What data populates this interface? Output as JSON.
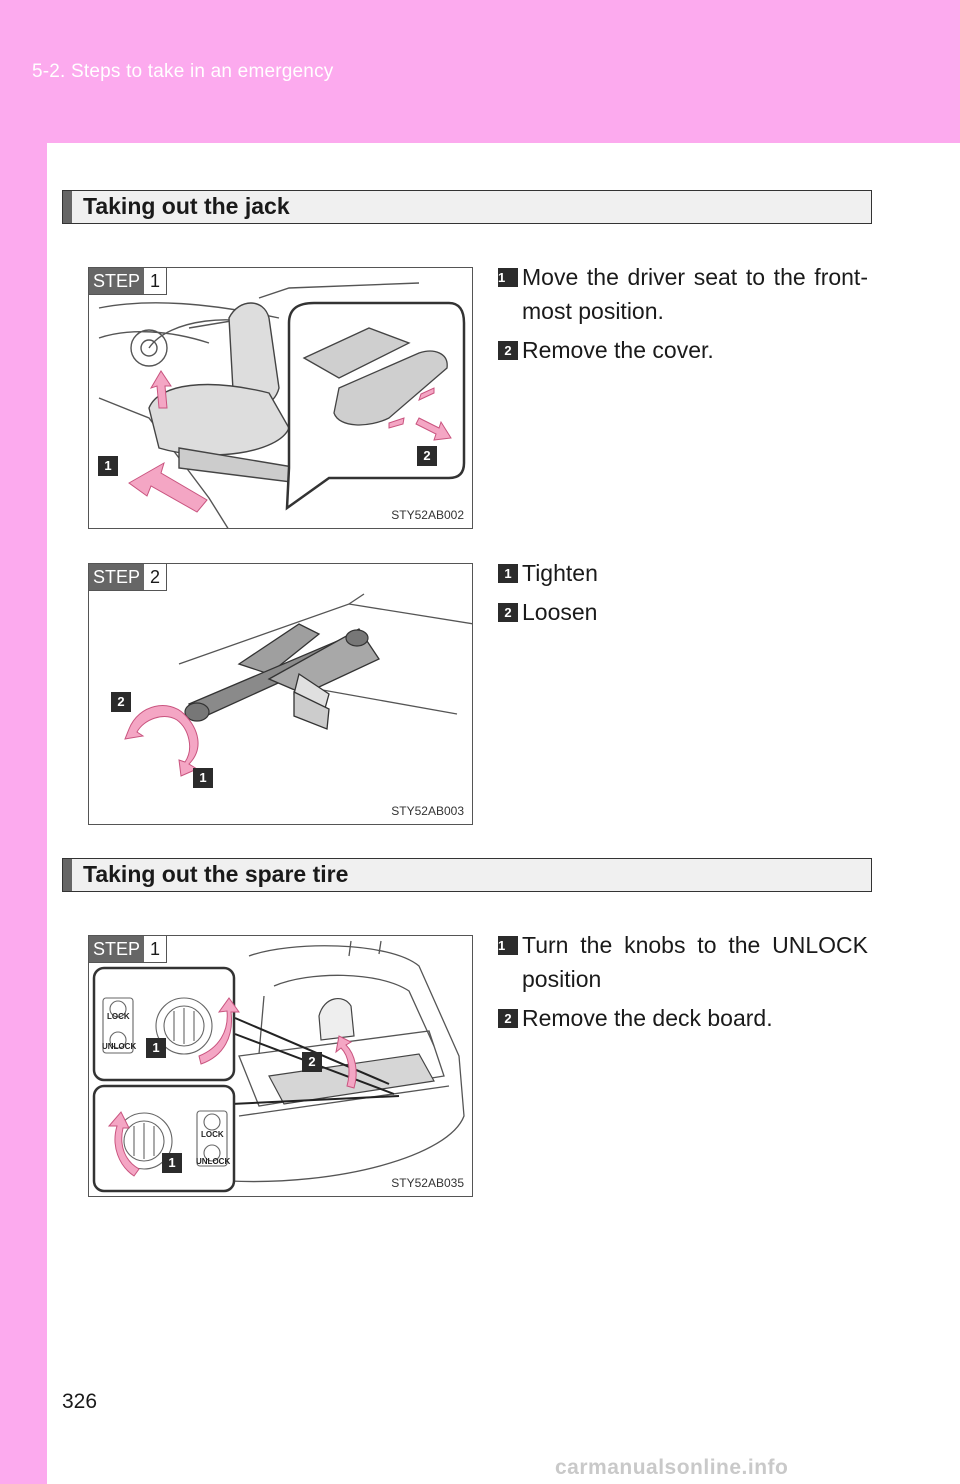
{
  "header": {
    "section": "5-2. Steps to take in an emergency"
  },
  "page_number": "326",
  "sections": [
    {
      "title": "Taking out the jack",
      "figures": [
        {
          "step_label": "STEP",
          "step_number": "1",
          "code": "STY52AB002",
          "callouts": [
            "1",
            "2"
          ],
          "instructions": [
            {
              "number": "1",
              "text": "Move the driver seat to the front-most position."
            },
            {
              "number": "2",
              "text": "Remove the cover."
            }
          ]
        },
        {
          "step_label": "STEP",
          "step_number": "2",
          "code": "STY52AB003",
          "callouts": [
            "2",
            "1"
          ],
          "instructions": [
            {
              "number": "1",
              "text": "Tighten"
            },
            {
              "number": "2",
              "text": "Loosen"
            }
          ]
        }
      ]
    },
    {
      "title": "Taking out the spare tire",
      "figures": [
        {
          "step_label": "STEP",
          "step_number": "1",
          "code": "STY52AB035",
          "callouts": [
            "1",
            "2",
            "1"
          ],
          "knob_labels": {
            "lock": "LOCK",
            "unlock": "UNLOCK"
          },
          "instructions": [
            {
              "number": "1",
              "text": "Turn the knobs to the UNLOCK position"
            },
            {
              "number": "2",
              "text": "Remove the deck board."
            }
          ]
        }
      ]
    }
  ],
  "watermark": "carmanualsonline.info",
  "colors": {
    "header_band": "#fcaaee",
    "arrow_pink": "#f4a6c4",
    "tab_gray": "#666666"
  }
}
